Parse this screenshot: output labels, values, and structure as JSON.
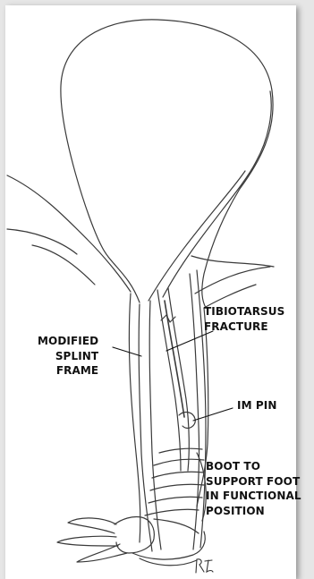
{
  "illustration": {
    "labels": {
      "splint": [
        "MODIFIED",
        "SPLINT",
        "FRAME"
      ],
      "fracture": [
        "TIBIOTARSUS",
        "FRACTURE"
      ],
      "pin": "IM PIN",
      "boot": [
        "BOOT TO",
        "SUPPORT FOOT",
        "IN FUNCTIONAL",
        "POSITION"
      ]
    },
    "colors": {
      "ink": "#3a3a3a",
      "label": "#111111",
      "paper": "#ffffff",
      "background": "#e6e6e6"
    }
  }
}
